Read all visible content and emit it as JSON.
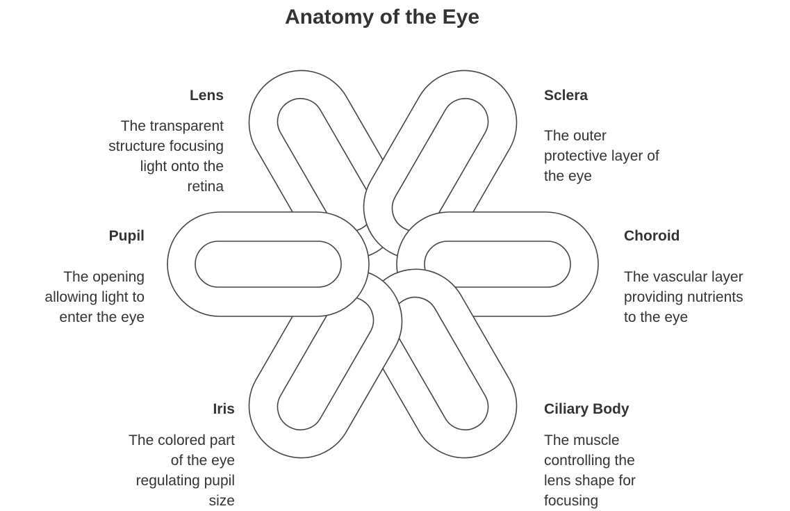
{
  "title": "Anatomy of the Eye",
  "parts": [
    {
      "id": "lens",
      "name": "Lens",
      "description": "The transparent\nstructure focusing\nlight onto the\nretina"
    },
    {
      "id": "sclera",
      "name": "Sclera",
      "description": "The outer\nprotective layer of\nthe eye"
    },
    {
      "id": "pupil",
      "name": "Pupil",
      "description": "The opening\nallowing light to\nenter the eye"
    },
    {
      "id": "choroid",
      "name": "Choroid",
      "description": "The vascular layer\nproviding nutrients\nto the eye"
    },
    {
      "id": "iris",
      "name": "Iris",
      "description": "The colored part\nof the eye\nregulating pupil\nsize"
    },
    {
      "id": "ciliary-body",
      "name": "Ciliary Body",
      "description": "The muscle\ncontrolling the\nlens shape for\nfocusing"
    }
  ],
  "colors": {
    "text": "#333333",
    "stroke": "#444444",
    "fill": "#ffffff"
  }
}
